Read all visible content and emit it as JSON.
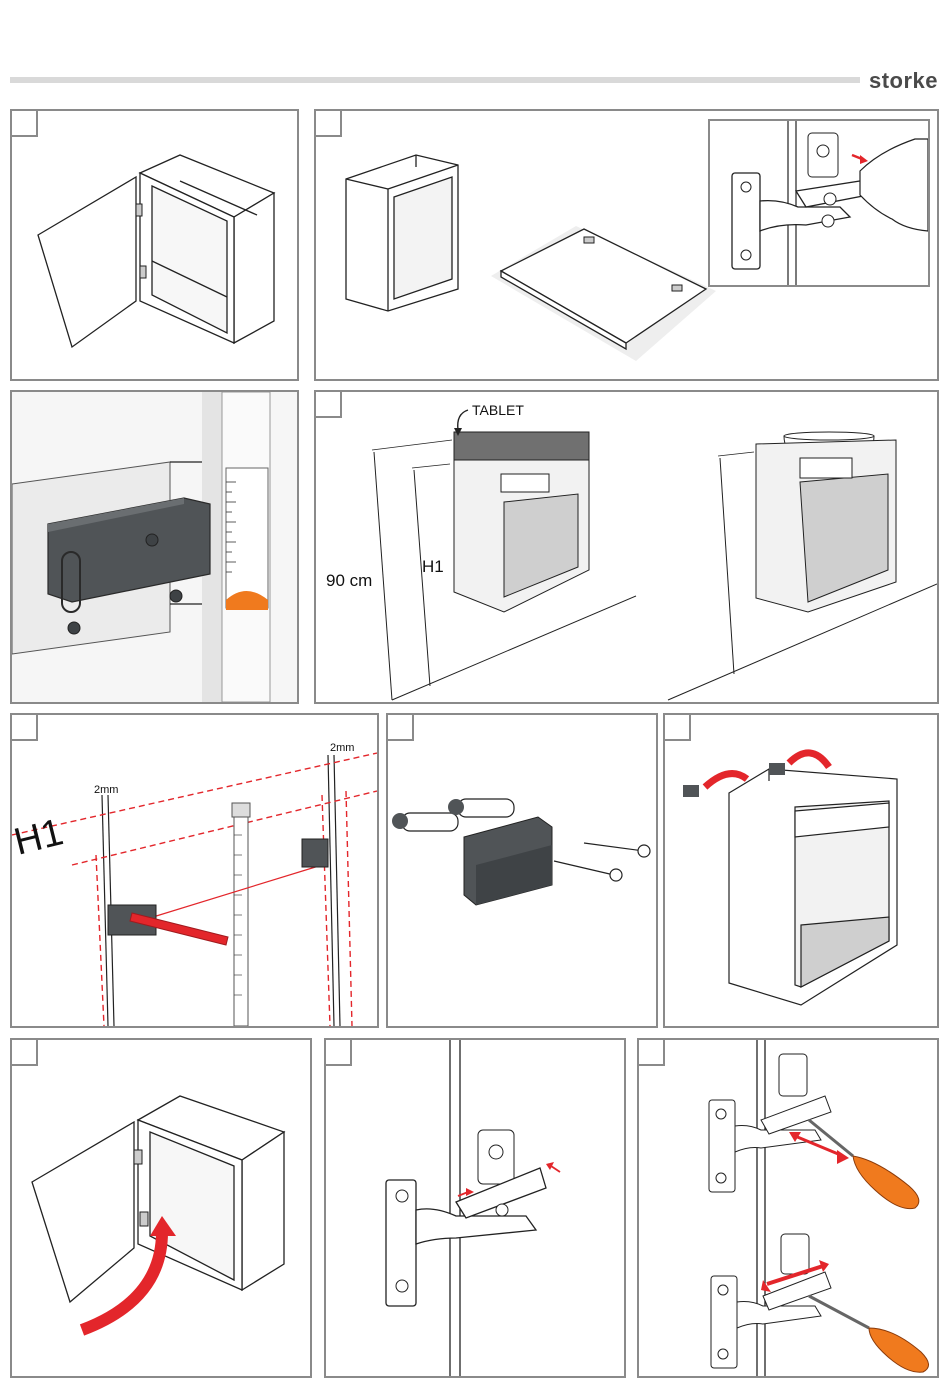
{
  "brand": {
    "logo_text": "storke"
  },
  "step2": {
    "inset_title": ""
  },
  "step4": {
    "tablet_label": "TABLET",
    "height_label": "90 cm",
    "h1_label": "H1"
  },
  "step5": {
    "h1_label": "H1",
    "gap_left": "2mm",
    "gap_right": "2mm"
  },
  "colors": {
    "accent_red": "#e3262b",
    "orange": "#f07a1e",
    "dark_gray": "#505457",
    "panel_border": "#8a8a8a"
  }
}
